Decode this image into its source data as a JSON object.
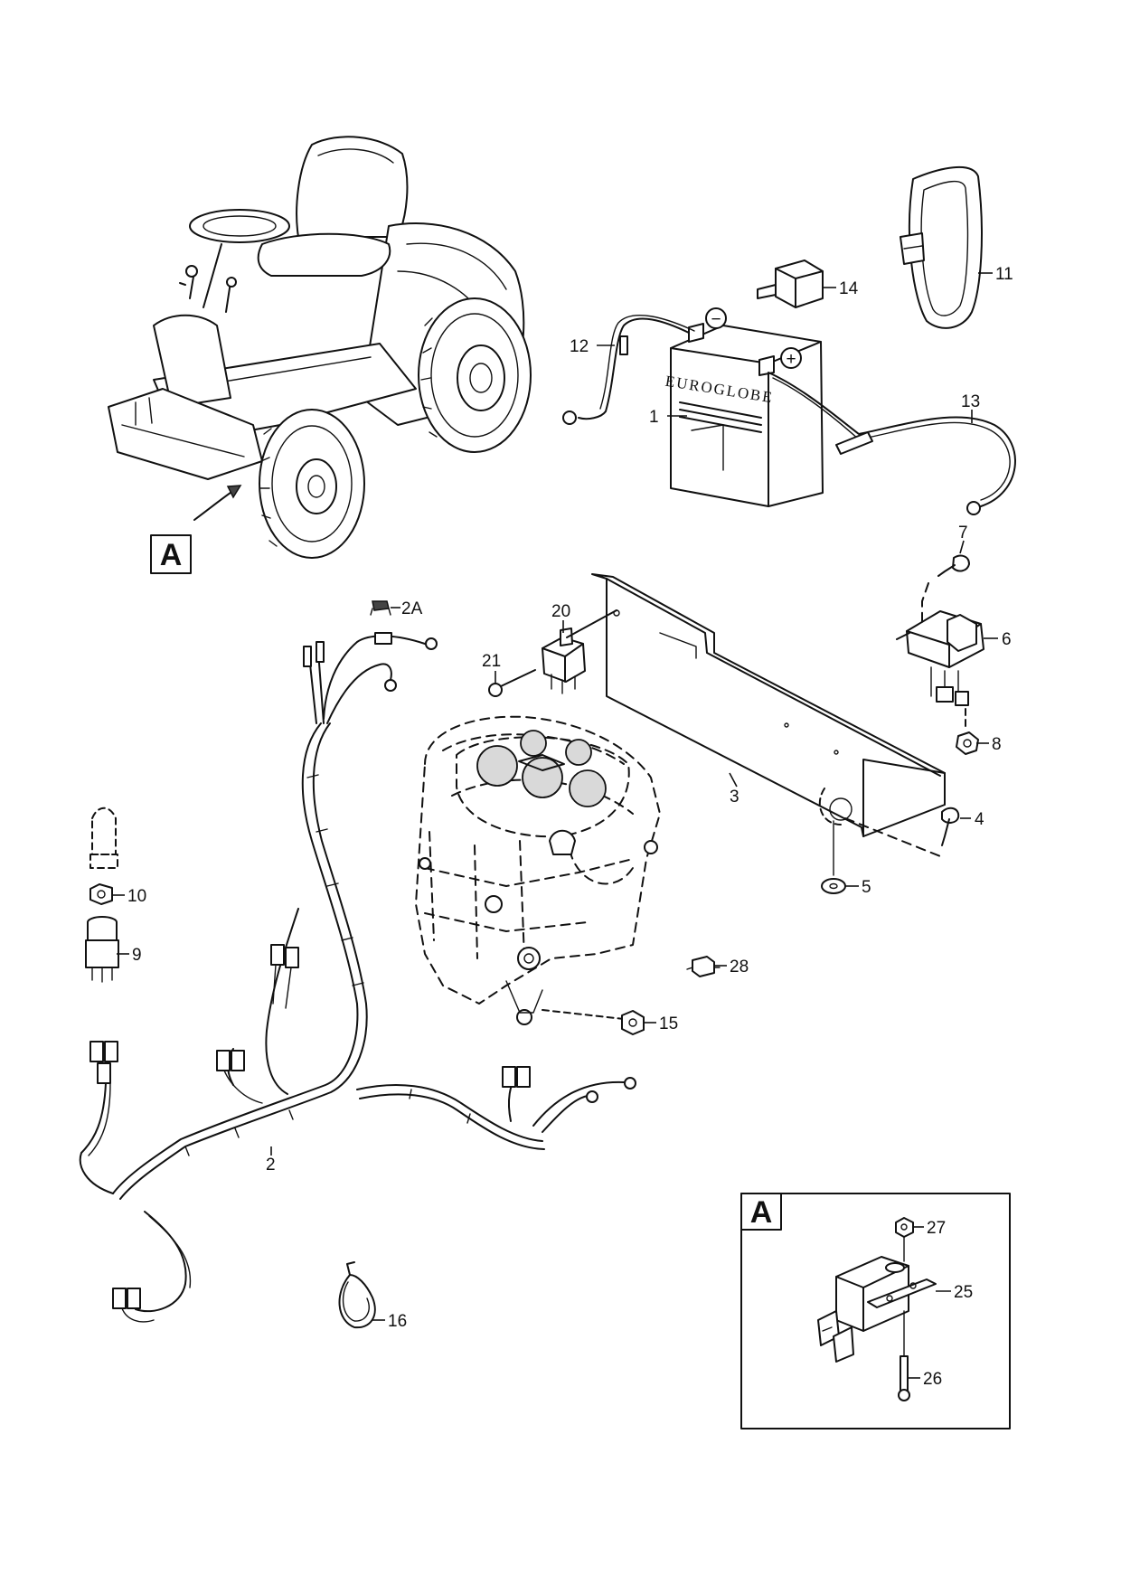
{
  "view_callout": "A",
  "inset_callout": "A",
  "battery_brand": "EUROGLOBE",
  "battery_terminals": {
    "negative": "−",
    "positive": "+"
  },
  "callouts": {
    "p1": "1",
    "p2": "2",
    "p2a": "2A",
    "p3": "3",
    "p4": "4",
    "p5": "5",
    "p6": "6",
    "p7": "7",
    "p8": "8",
    "p9": "9",
    "p10": "10",
    "p11": "11",
    "p12": "12",
    "p13": "13",
    "p14": "14",
    "p15": "15",
    "p16": "16",
    "p20": "20",
    "p21": "21",
    "p25": "25",
    "p26": "26",
    "p27": "27",
    "p28": "28"
  }
}
